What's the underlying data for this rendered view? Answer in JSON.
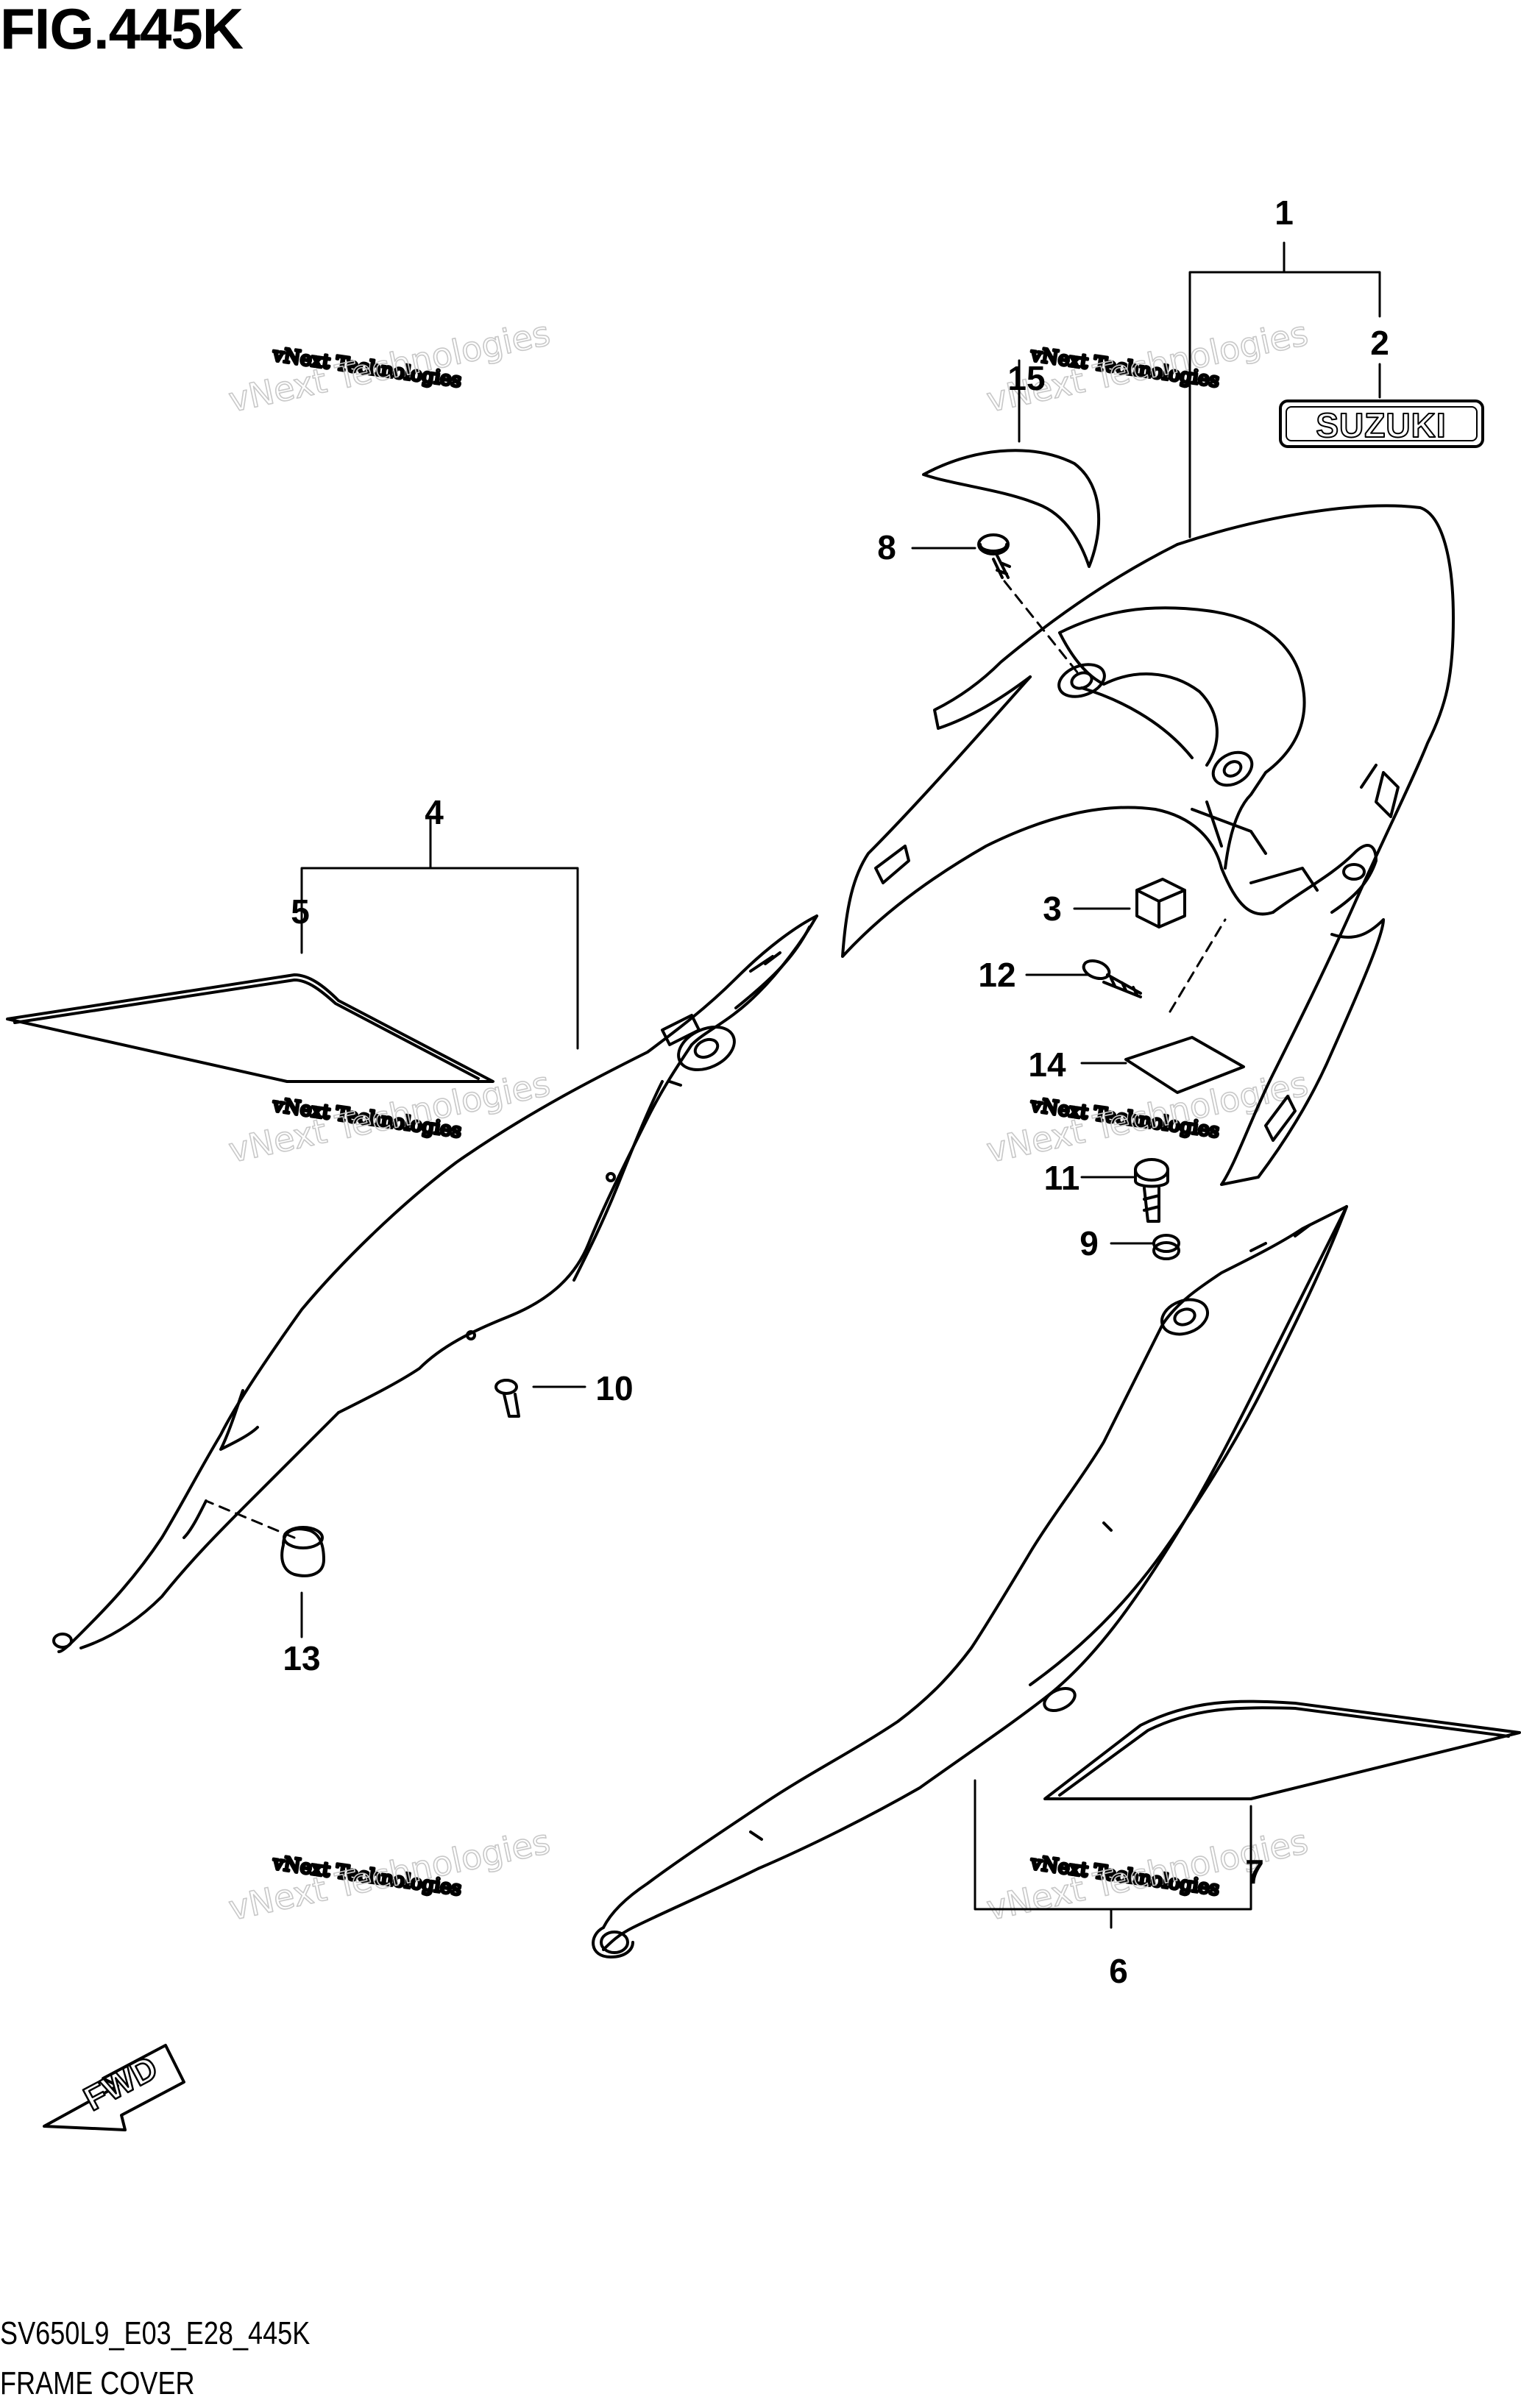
{
  "figure": {
    "title": "FIG.445K",
    "model_code": "SV650L9_E03_E28_445K",
    "name": "FRAME COVER"
  },
  "brand_emblem_text": "SUZUKI",
  "direction_label": "FWD",
  "watermark": {
    "line1": "vNext Technologies",
    "line2": "vNext Technologies"
  },
  "callouts": [
    "1",
    "2",
    "3",
    "4",
    "5",
    "6",
    "7",
    "8",
    "9",
    "10",
    "11",
    "12",
    "13",
    "14",
    "15"
  ]
}
